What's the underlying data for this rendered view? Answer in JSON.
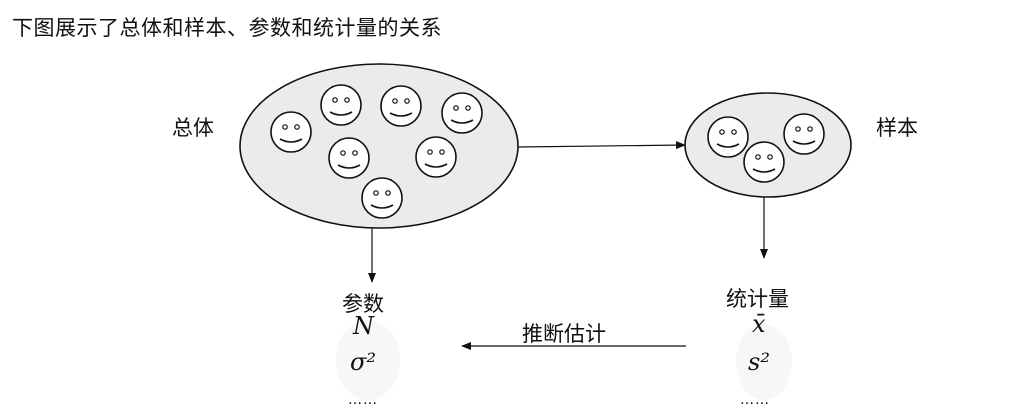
{
  "title": "下图展示了总体和样本、参数和统计量的关系",
  "population": {
    "label": "总体",
    "member_count": 7,
    "member_icon": "smiley-face-icon"
  },
  "sample": {
    "label": "样本",
    "member_count": 3,
    "member_icon": "smiley-face-icon"
  },
  "parameters": {
    "label": "参数",
    "symbols": [
      "N",
      "σ²"
    ],
    "ellipsis": "……"
  },
  "statistics": {
    "label": "统计量",
    "symbols": [
      "x̄",
      "s²"
    ],
    "ellipsis": "……"
  },
  "inference": {
    "label": "推断估计"
  },
  "colors": {
    "ellipse_fill": "#ebebeb",
    "stroke": "#111111",
    "face_fill": "#ffffff"
  }
}
